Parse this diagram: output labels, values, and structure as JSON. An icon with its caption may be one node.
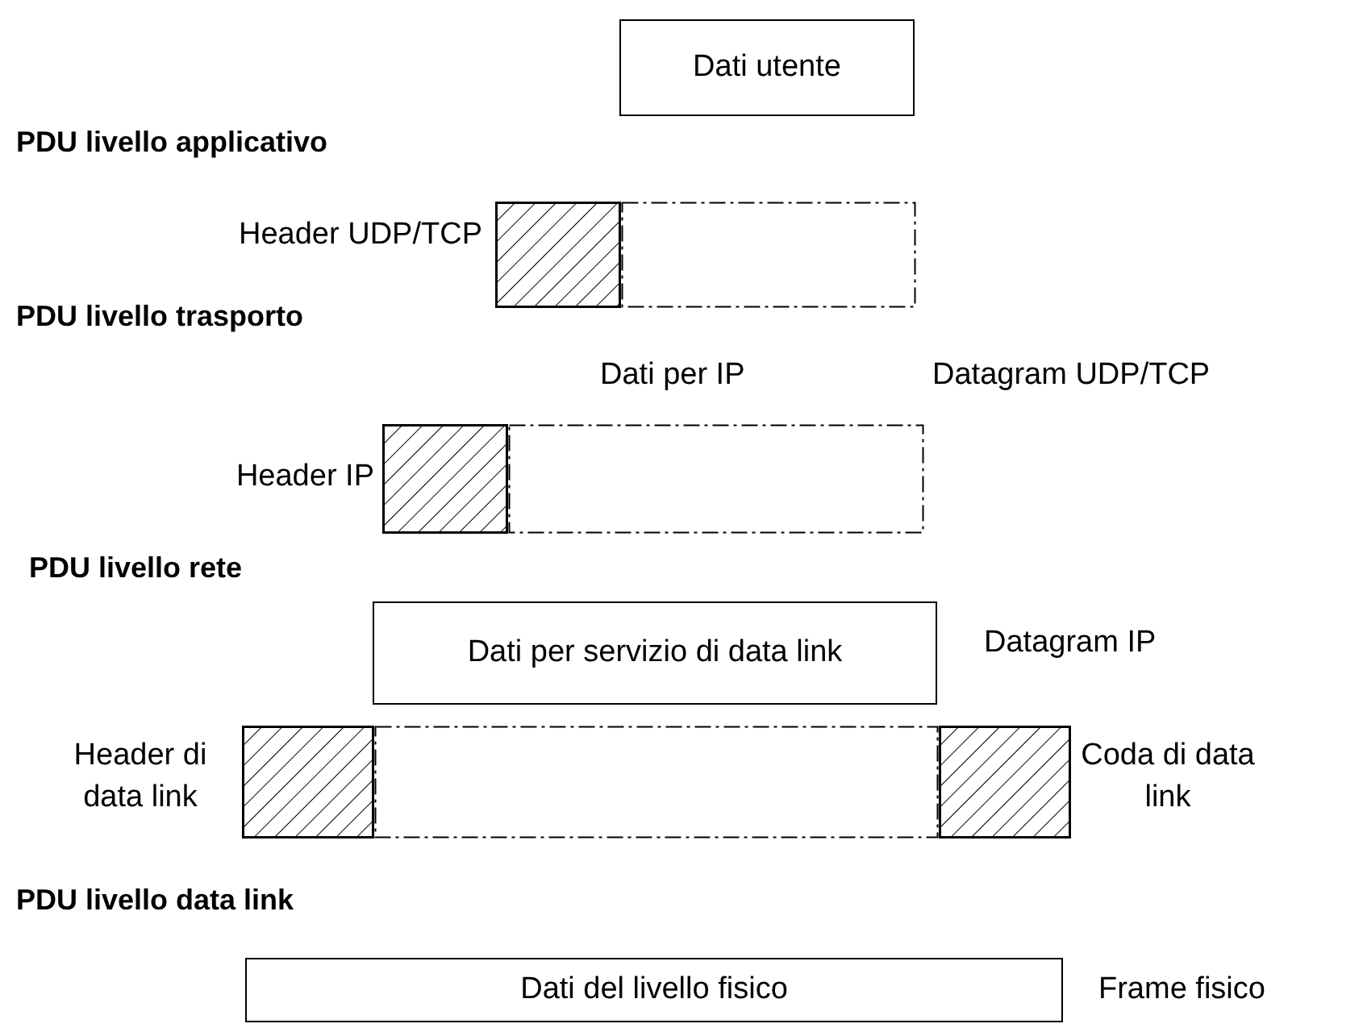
{
  "diagram": {
    "nodes": [
      {
        "text": [
          "Dati utente"
        ]
      },
      {
        "text": [],
        "shape": "box",
        "beside": [
          "Header UDP/TCP"
        ]
      },
      {
        "text": [],
        "shape": "box"
      },
      {
        "text": [],
        "shape": "box",
        "beside": [
          "Header IP"
        ]
      },
      {
        "text": [],
        "shape": "box"
      },
      {
        "text": [
          "Dati per servizio di data link"
        ],
        "beside": [
          "Datagram IP"
        ]
      },
      {
        "text": [],
        "shape": "box",
        "beside": [
          "Header di data link"
        ]
      },
      {
        "text": [],
        "shape": "box"
      },
      {
        "text": [],
        "shape": "box",
        "beside": [
          "Coda di data link"
        ]
      },
      {
        "text": [
          "Dati del livello fisico"
        ],
        "beside": [
          "Frame fisico"
        ]
      }
    ],
    "labels": [
      "PDU livello applicativo",
      "PDU livello trasporto",
      "Dati per IP",
      "Datagram UDP/TCP",
      "PDU livello rete",
      "PDU livello data link"
    ]
  }
}
